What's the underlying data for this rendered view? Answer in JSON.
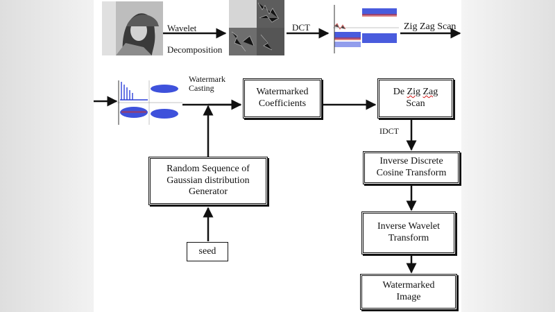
{
  "diagram": {
    "top_row": {
      "wavelet_label_1": "Wavelet",
      "wavelet_label_2": "Decomposition",
      "dct_label": "DCT",
      "zigzag_label": "Zig Zag Scan"
    },
    "casting_label_1": "Watermark",
    "casting_label_2": "Casting",
    "idct_label": "IDCT",
    "boxes": {
      "watermarked_coefficients": [
        "Watermarked",
        "Coefficients"
      ],
      "de_zigzag": [
        "De ",
        "Zig",
        " ",
        "Zag",
        "Scan"
      ],
      "random_sequence": [
        "Random Sequence of",
        "Gaussian distribution",
        "Generator"
      ],
      "seed": "seed",
      "idct_box": [
        "Inverse Discrete",
        "Cosine Transform"
      ],
      "inverse_wavelet": [
        "Inverse Wavelet",
        "Transform"
      ],
      "watermarked_image": [
        "Watermarked",
        "Image"
      ]
    }
  },
  "colors": {
    "signal_blue": "#2a3fd8",
    "signal_red": "#c8322f",
    "spellcheck_red": "#d01010"
  }
}
